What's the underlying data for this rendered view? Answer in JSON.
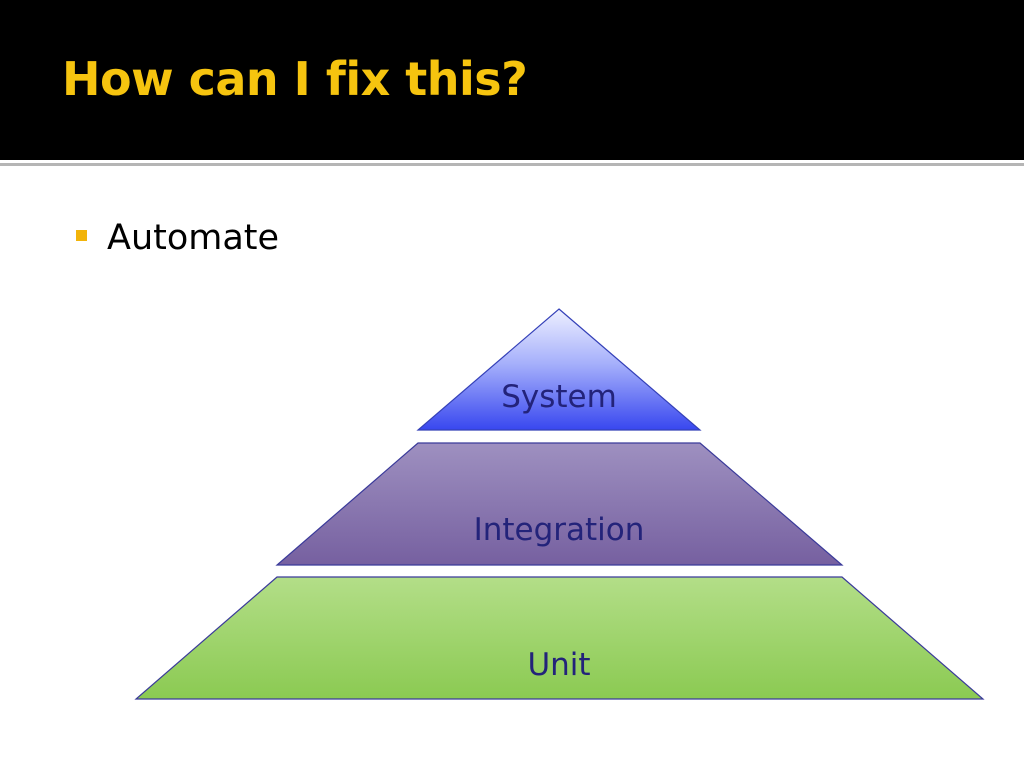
{
  "slide": {
    "title": "How can I fix this?",
    "bullets": [
      {
        "text": "Automate"
      }
    ]
  },
  "pyramid": {
    "tiers": [
      {
        "label": "System",
        "color_top": "#e8ecff",
        "color_bottom": "#3a4cf0"
      },
      {
        "label": "Integration",
        "color_top": "#9b8dbc",
        "color_bottom": "#7a63a3"
      },
      {
        "label": "Unit",
        "color_top": "#b0dc84",
        "color_bottom": "#8ccb54"
      }
    ]
  },
  "colors": {
    "title_bar": "#000000",
    "title_text": "#f6c40f",
    "bullet_marker": "#f2b40a",
    "tier_label": "#23237a"
  }
}
